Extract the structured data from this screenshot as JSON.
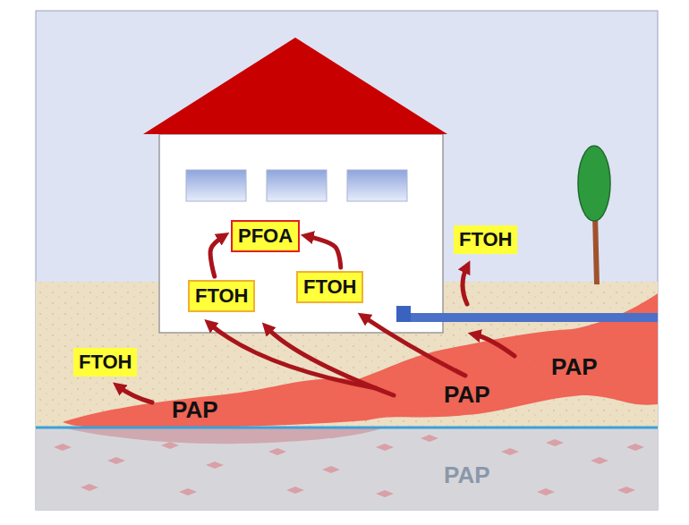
{
  "diagram": {
    "nodes": [
      {
        "text": [
          "PFOA"
        ]
      },
      {
        "text": [
          "FTOH"
        ]
      },
      {
        "text": [
          "FTOH"
        ]
      },
      {
        "text": [
          "FTOH"
        ]
      },
      {
        "text": [
          "FTOH"
        ]
      }
    ],
    "edges": [
      {
        "from": 2,
        "to": 0,
        "arrow": "to"
      },
      {
        "from": 3,
        "to": 0,
        "arrow": "to"
      }
    ],
    "labels": [
      "PAP",
      "PAP",
      "PAP",
      "PAP"
    ]
  }
}
